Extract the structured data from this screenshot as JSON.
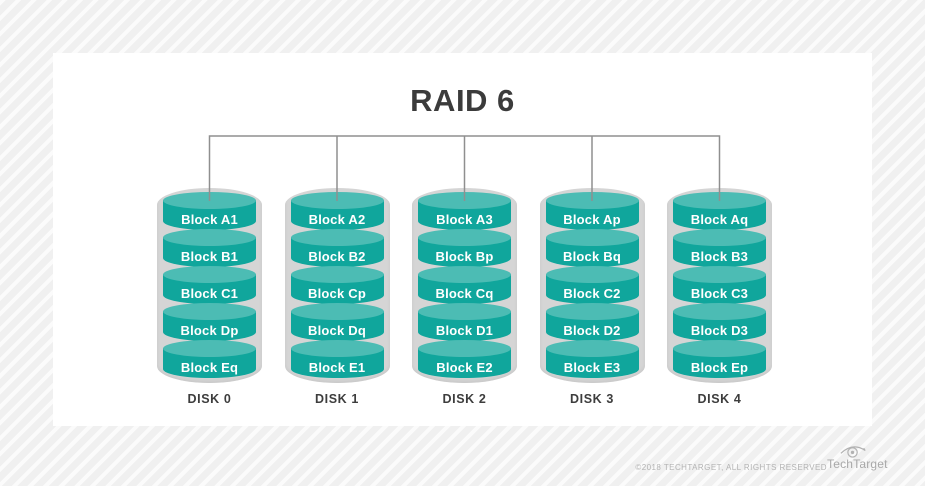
{
  "title": "RAID 6",
  "disks": [
    {
      "label": "DISK 0",
      "blocks": [
        "Block A1",
        "Block B1",
        "Block C1",
        "Block Dp",
        "Block Eq"
      ]
    },
    {
      "label": "DISK 1",
      "blocks": [
        "Block A2",
        "Block B2",
        "Block Cp",
        "Block Dq",
        "Block E1"
      ]
    },
    {
      "label": "DISK 2",
      "blocks": [
        "Block A3",
        "Block Bp",
        "Block Cq",
        "Block D1",
        "Block E2"
      ]
    },
    {
      "label": "DISK 3",
      "blocks": [
        "Block Ap",
        "Block Bq",
        "Block C2",
        "Block D2",
        "Block E3"
      ]
    },
    {
      "label": "DISK 4",
      "blocks": [
        "Block Aq",
        "Block B3",
        "Block C3",
        "Block D3",
        "Block Ep"
      ]
    }
  ],
  "footer": {
    "copyright": "©2018 TECHTARGET, ALL RIGHTS RESERVED",
    "brand": "TechTarget"
  },
  "colors": {
    "block_body": "#10a69c",
    "block_cap": "#4cbcb4",
    "casing": "#d5d5d5",
    "connector": "#8f8f8f",
    "title_text": "#3b3b3b",
    "label_text": "#3d3d3d",
    "footer_text": "#b3b3b3"
  }
}
